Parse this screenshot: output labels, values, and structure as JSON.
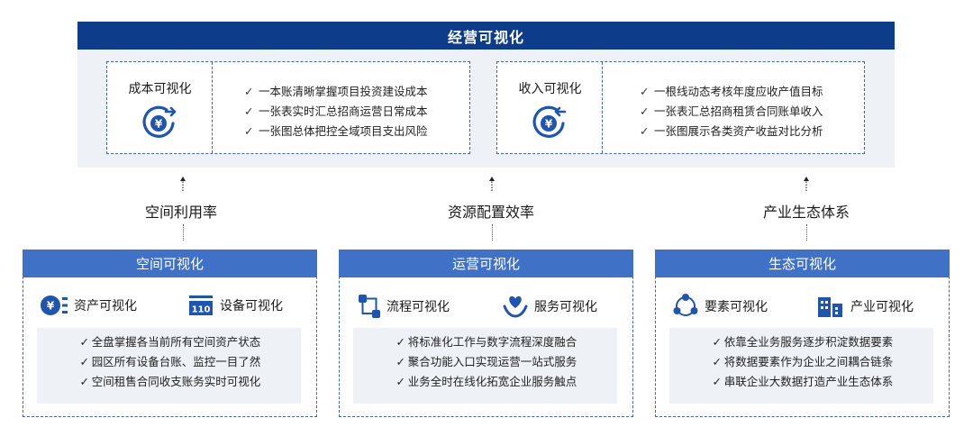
{
  "top": {
    "title": "经营可视化",
    "cards": [
      {
        "label": "成本可视化",
        "icon": "yen-cycle-out-icon",
        "items": [
          "一本账清晰掌握项目投资建设成本",
          "一张表实时汇总招商运营日常成本",
          "一张图总体把控全域项目支出风险"
        ]
      },
      {
        "label": "收入可视化",
        "icon": "yen-cycle-in-icon",
        "items": [
          "一根线动态考核年度应收产值目标",
          "一张表汇总招商租赁合同账单收入",
          "一张图展示各类资产收益对比分析"
        ]
      }
    ]
  },
  "middle": [
    "空间利用率",
    "资源配置效率",
    "产业生态体系"
  ],
  "bottom": [
    {
      "title": "空间可视化",
      "subs": [
        {
          "label": "资产可视化",
          "icon": "yen-list-icon"
        },
        {
          "label": "设备可视化",
          "icon": "device-counter-icon"
        }
      ],
      "items": [
        "全盘掌握各当前所有空间资产状态",
        "园区所有设备台账、监控一目了然",
        "空间租售合同收支账务实时可视化"
      ]
    },
    {
      "title": "运营可视化",
      "subs": [
        {
          "label": "流程可视化",
          "icon": "flow-icon"
        },
        {
          "label": "服务可视化",
          "icon": "heart-hand-icon"
        }
      ],
      "items": [
        "将标准化工作与数字流程深度融合",
        "聚合功能入口实现运营一站式服务",
        "业务全时在线化拓宽企业服务触点"
      ]
    },
    {
      "title": "生态可视化",
      "subs": [
        {
          "label": "要素可视化",
          "icon": "cycle-dots-icon"
        },
        {
          "label": "产业可视化",
          "icon": "buildings-icon"
        }
      ],
      "items": [
        "依靠全业务服务逐步积淀数据要素",
        "将数据要素作为企业之间耦合链条",
        "串联企业大数据打造产业生态体系"
      ]
    }
  ],
  "colors": {
    "header": "#0c3c8a",
    "section_header": "#3f72c7",
    "dashed": "#3f63b0",
    "panel_bg": "#eef1f5"
  }
}
